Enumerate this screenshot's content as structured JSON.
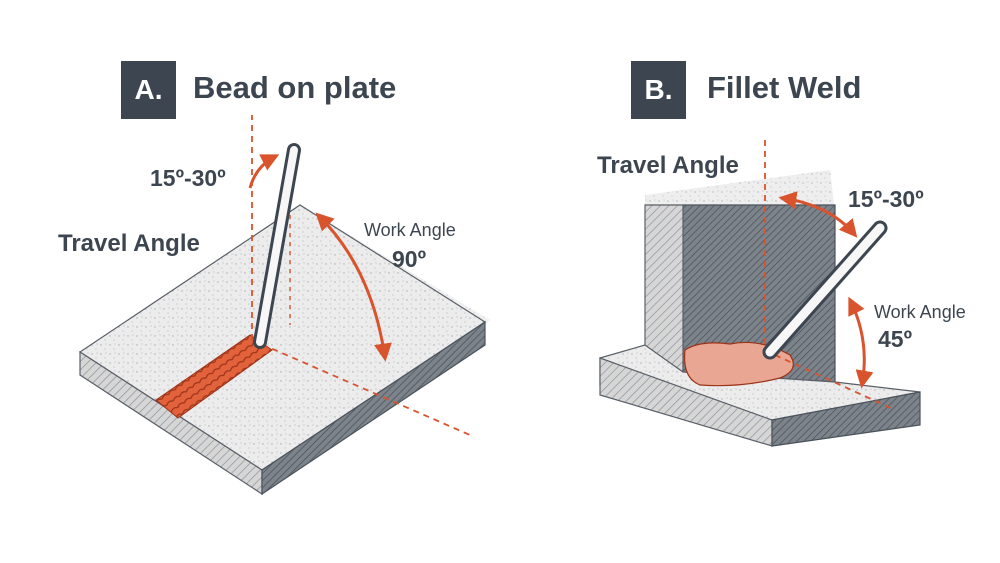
{
  "panels": [
    {
      "badge": "A.",
      "title": "Bead on plate",
      "travel_angle_label": "Travel Angle",
      "travel_angle_value": "15º-30º",
      "work_angle_label": "Work Angle",
      "work_angle_value": "90º"
    },
    {
      "badge": "B.",
      "title": "Fillet Weld",
      "travel_angle_label": "Travel Angle",
      "travel_angle_value": "15º-30º",
      "work_angle_label": "Work Angle",
      "work_angle_value": "45º"
    }
  ],
  "colors": {
    "ink": "#3d4650",
    "accent": "#d9532c",
    "weld": "#e2623b",
    "fillet": "#e8a693",
    "plate_top": "#ebebeb",
    "plate_side": "#c8c8c8"
  }
}
